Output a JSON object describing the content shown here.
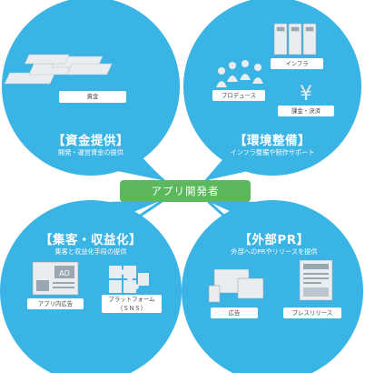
{
  "center_label": "アプリ開発者",
  "colors": {
    "bubble": "#3ab4e4",
    "center": "#5cb85c"
  },
  "quadrants": {
    "funding": {
      "title": "【資金提供】",
      "subtitle": "開発・運営資金の提供",
      "items": [
        {
          "label": "資金",
          "icon": "money-stack-icon"
        }
      ]
    },
    "environment": {
      "title": "【環境整備】",
      "subtitle": "インフラ整備や制作サポート",
      "items": [
        {
          "label": "インフラ",
          "icon": "server-icon"
        },
        {
          "label": "プロデュース",
          "icon": "people-group-icon"
        },
        {
          "label": "課金・決済",
          "icon": "yen-icon"
        }
      ]
    },
    "monetization": {
      "title": "【集客・収益化】",
      "subtitle": "集客と収益化手段の提供",
      "items": [
        {
          "label": "アプリ内広告",
          "icon": "ad-screen-icon"
        },
        {
          "label": "プラットフォーム",
          "label2": "（ＳＮＳ）",
          "icon": "network-icon"
        }
      ]
    },
    "pr": {
      "title": "【外部PR】",
      "subtitle": "外部へのPRやリリースを提供",
      "items": [
        {
          "label": "広告",
          "icon": "devices-icon"
        },
        {
          "label": "プレスリリース",
          "icon": "press-document-icon"
        }
      ]
    }
  }
}
